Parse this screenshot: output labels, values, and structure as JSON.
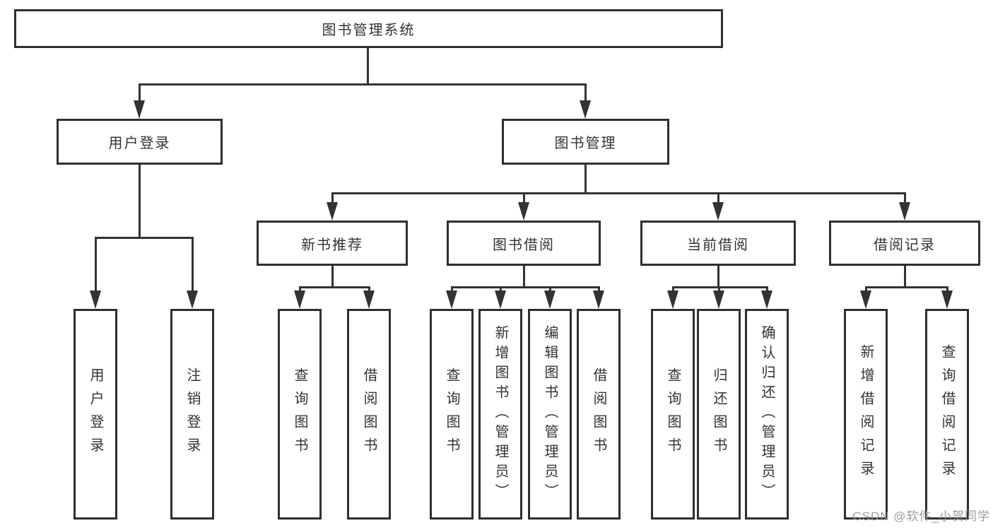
{
  "diagram": {
    "type": "tree",
    "root": {
      "label": "图书管理系统",
      "children": [
        {
          "label": "用户登录",
          "children": [
            {
              "label": "用户登录"
            },
            {
              "label": "注销登录"
            }
          ]
        },
        {
          "label": "图书管理",
          "children": [
            {
              "label": "新书推荐",
              "children": [
                {
                  "label": "查询图书"
                },
                {
                  "label": "借阅图书"
                }
              ]
            },
            {
              "label": "图书借阅",
              "children": [
                {
                  "label": "查询图书"
                },
                {
                  "label": "新增图书（管理员）"
                },
                {
                  "label": "编辑图书（管理员）"
                },
                {
                  "label": "借阅图书"
                }
              ]
            },
            {
              "label": "当前借阅",
              "children": [
                {
                  "label": "查询图书"
                },
                {
                  "label": "归还图书"
                },
                {
                  "label": "确认归还（管理员）"
                }
              ]
            },
            {
              "label": "借阅记录",
              "children": [
                {
                  "label": "新增借阅记录"
                },
                {
                  "label": "查询借阅记录"
                }
              ]
            }
          ]
        }
      ]
    },
    "watermark": "CSDN @软件_小贺同学",
    "colors": {
      "line": "#333333",
      "box_border": "#2f2f2f",
      "text": "#333333",
      "watermark": "#96969e",
      "background": "#ffffff"
    }
  }
}
